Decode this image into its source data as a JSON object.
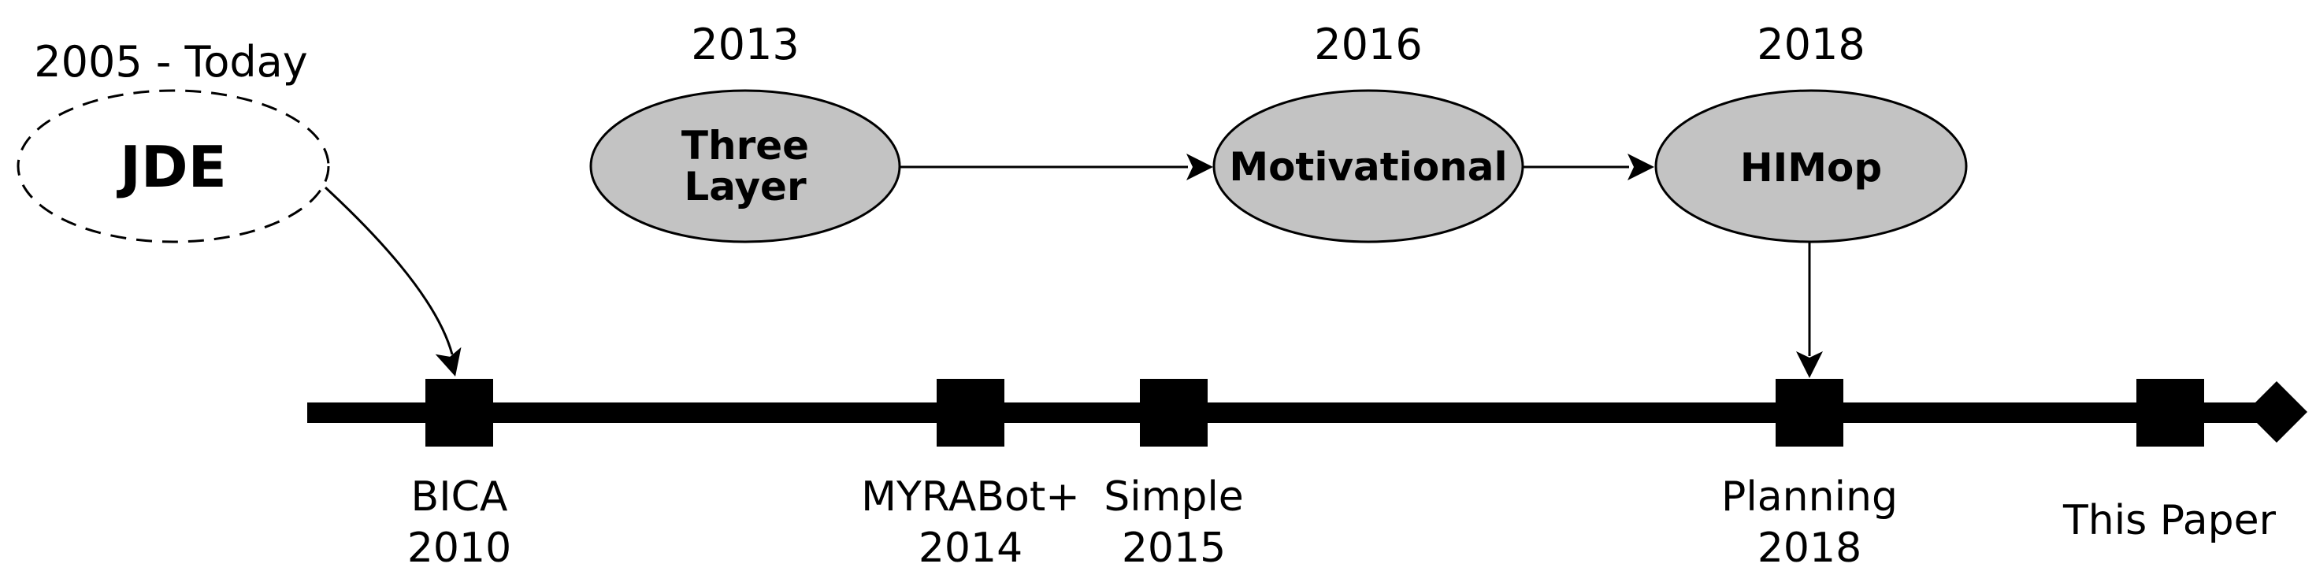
{
  "figure": {
    "background": "#ffffff",
    "ink": "#000000",
    "node_fill": "#c3c3c3"
  },
  "jde": {
    "period_label": "2005 - Today",
    "name": "JDE"
  },
  "evolution_nodes": [
    {
      "id": "three-layer",
      "year": "2013",
      "line1": "Three",
      "line2": "Layer"
    },
    {
      "id": "motivational",
      "year": "2016",
      "line1": "Motivational"
    },
    {
      "id": "himop",
      "year": "2018",
      "line1": "HIMop"
    }
  ],
  "timeline": {
    "events": [
      {
        "name": "BICA",
        "year": "2010"
      },
      {
        "name": "MYRABot+",
        "year": "2014"
      },
      {
        "name": "Simple",
        "year": "2015"
      },
      {
        "name": "Planning",
        "year": "2018"
      },
      {
        "name": "This Paper",
        "year": ""
      }
    ]
  }
}
